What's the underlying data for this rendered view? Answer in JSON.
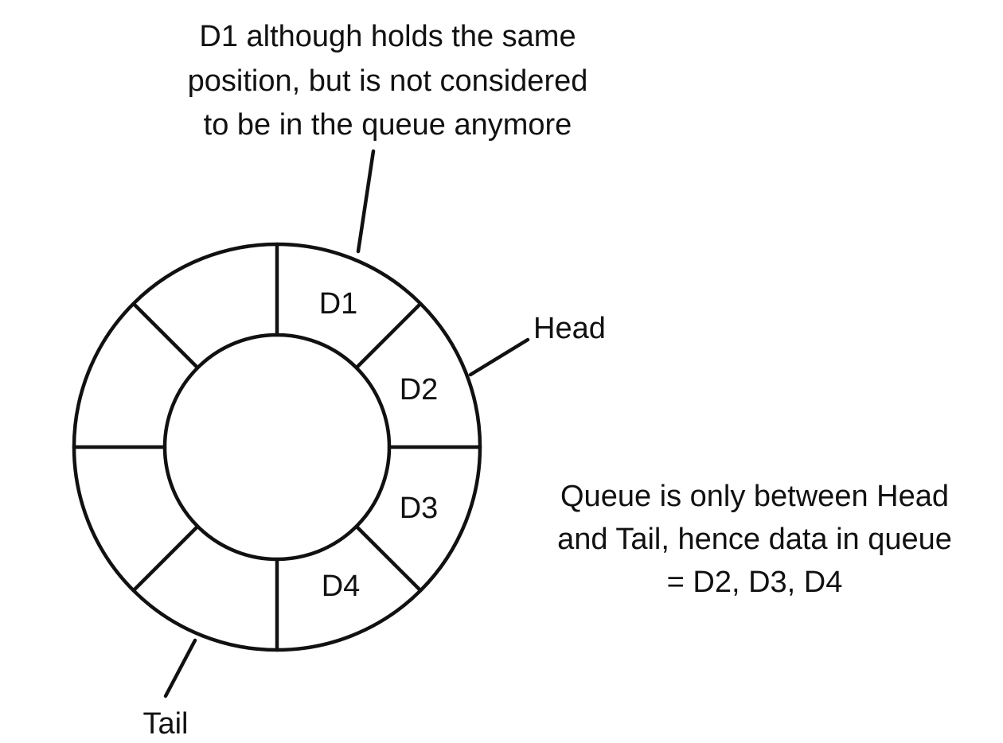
{
  "top_note": {
    "lines": [
      "D1 although holds the same",
      "position, but is not considered",
      "to be in the queue anymore"
    ]
  },
  "slots": {
    "d1": "D1",
    "d2": "D2",
    "d3": "D3",
    "d4": "D4"
  },
  "pointers": {
    "head": "Head",
    "tail": "Tail"
  },
  "side_note": {
    "lines": [
      "Queue is only between Head",
      "and Tail, hence data in queue",
      "= D2, D3, D4"
    ]
  },
  "colors": {
    "ink": "#111111",
    "background": "#ffffff"
  }
}
